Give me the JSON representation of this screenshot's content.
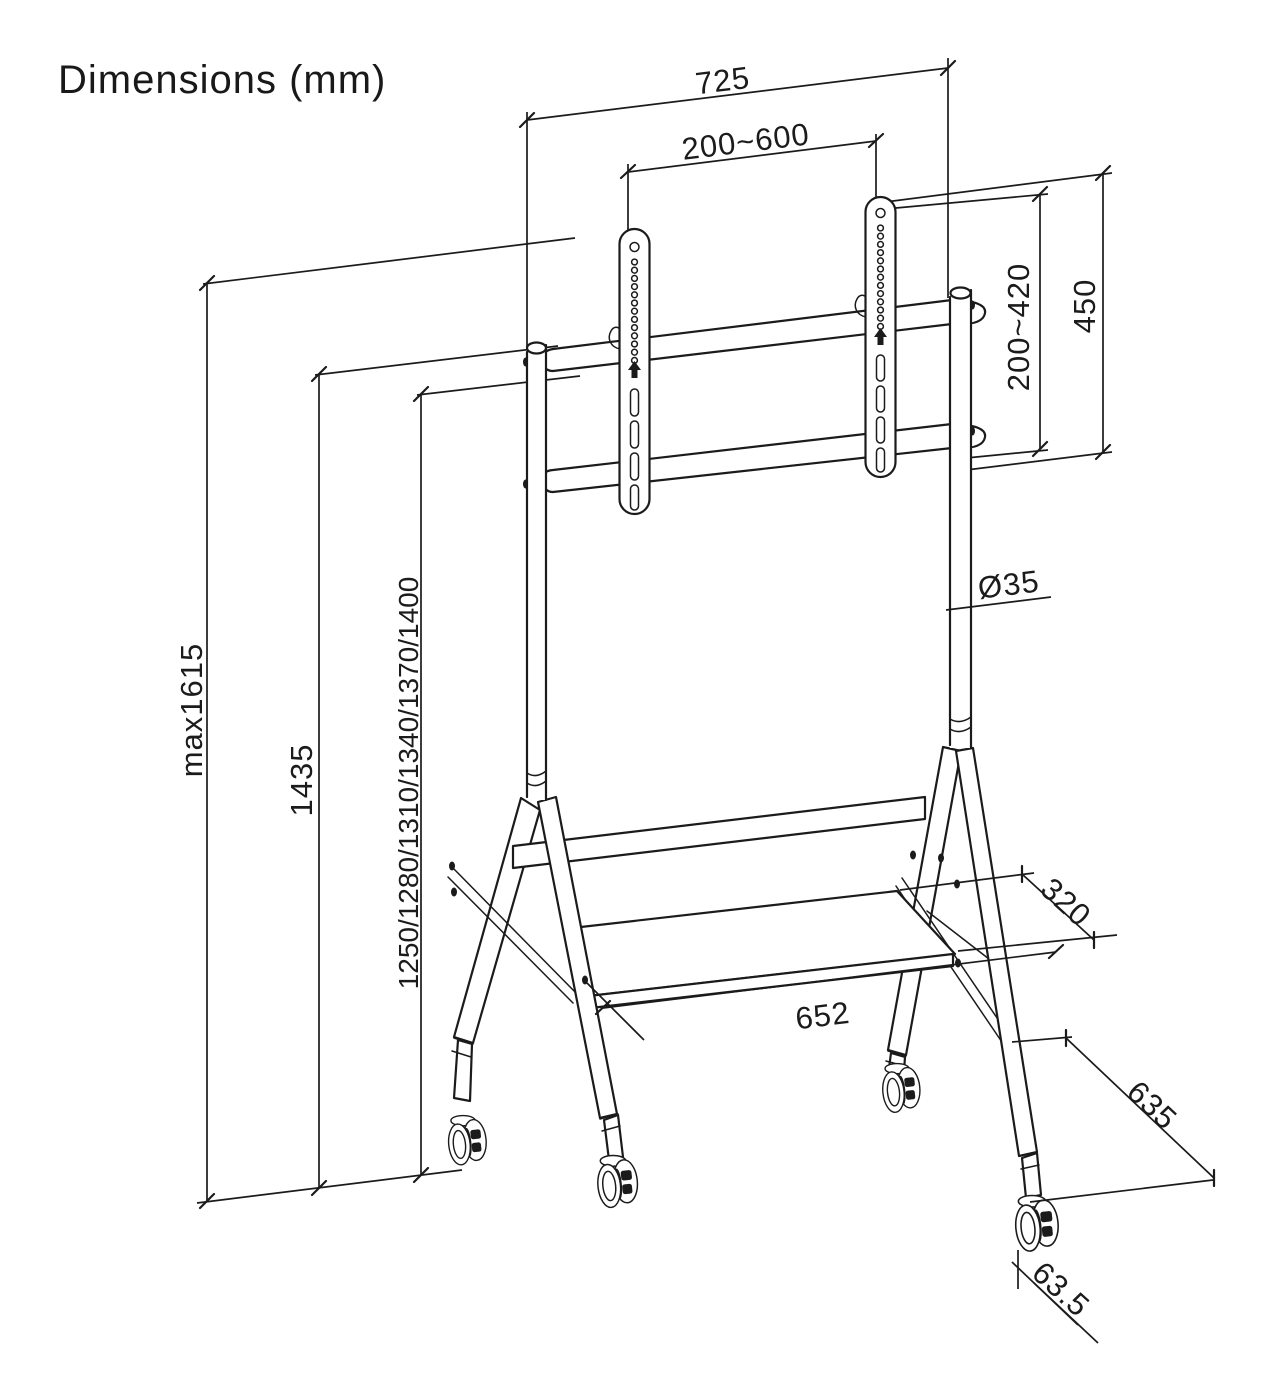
{
  "title": "Dimensions (mm)",
  "colors": {
    "line": "#1b1b1b",
    "background": "#ffffff"
  },
  "dimensions": {
    "top_width": "725",
    "vesa_width_range": "200~600",
    "bracket_height": "450",
    "vesa_height_range": "200~420",
    "max_height": "max1615",
    "column_height": "1435",
    "screen_center_heights": "1250/1280/1310/1340/1370/1400",
    "pole_diameter": "Ø35",
    "shelf_depth": "320",
    "shelf_width": "652",
    "base_depth": "635",
    "caster_offset": "63.5"
  }
}
